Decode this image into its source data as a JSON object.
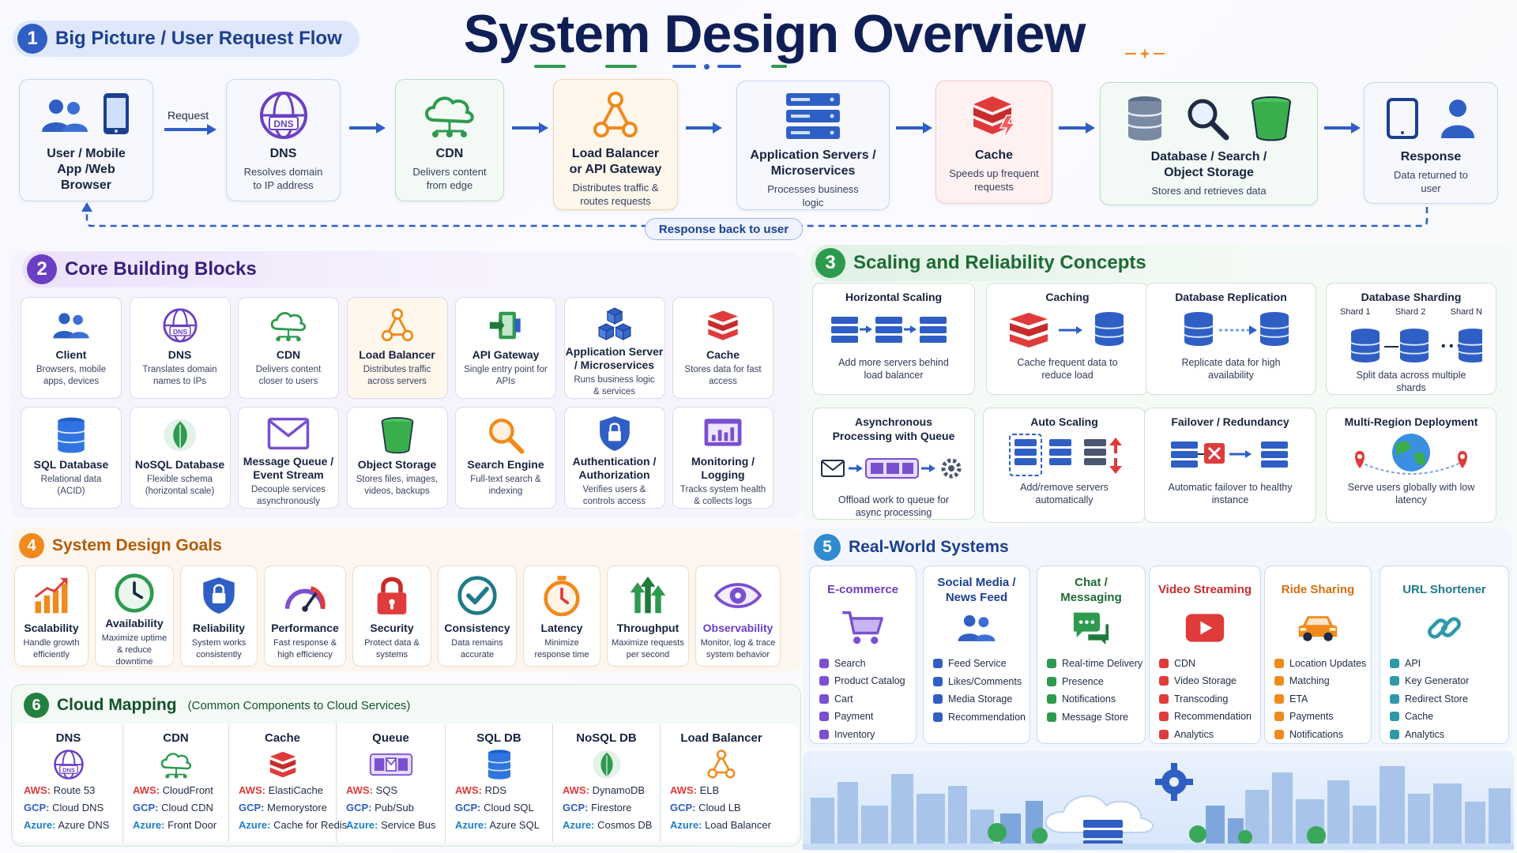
{
  "title": "System Design Overview",
  "sections": {
    "s1": {
      "num": "1",
      "label": "Big Picture / User Request Flow"
    },
    "s2": {
      "num": "2",
      "label": "Core Building Blocks"
    },
    "s3": {
      "num": "3",
      "label": "Scaling and Reliability Concepts"
    },
    "s4": {
      "num": "4",
      "label": "System Design Goals"
    },
    "s5": {
      "num": "5",
      "label": "Real-World Systems"
    },
    "s6": {
      "num": "6",
      "label": "Cloud Mapping",
      "sub": "(Common Components to Cloud Services)"
    }
  },
  "colors": {
    "blue": "#2f5fc4",
    "purple": "#6b3fc4",
    "green": "#2e9a4e",
    "orange": "#f08a1c",
    "red": "#e03b3b",
    "navy": "#0f1f55"
  },
  "flow": {
    "request_label": "Request",
    "response_label": "Response back to user",
    "items": [
      {
        "title": "User / Mobile App /Web Browser",
        "desc": ""
      },
      {
        "title": "DNS",
        "desc": "Resolves domain to IP address"
      },
      {
        "title": "CDN",
        "desc": "Delivers content from edge"
      },
      {
        "title": "Load Balancer or API Gateway",
        "desc": "Distributes traffic & routes requests"
      },
      {
        "title": "Application Servers / Microservices",
        "desc": "Processes business logic"
      },
      {
        "title": "Cache",
        "desc": "Speeds up frequent requests"
      },
      {
        "title": "Database / Search / Object Storage",
        "desc": "Stores and retrieves data"
      },
      {
        "title": "Response",
        "desc": "Data returned to user"
      }
    ]
  },
  "core": [
    {
      "title": "Client",
      "desc": "Browsers, mobile apps, devices"
    },
    {
      "title": "DNS",
      "desc": "Translates domain names to IPs"
    },
    {
      "title": "CDN",
      "desc": "Delivers content closer to users"
    },
    {
      "title": "Load Balancer",
      "desc": "Distributes traffic across servers"
    },
    {
      "title": "API Gateway",
      "desc": "Single entry point for APIs"
    },
    {
      "title": "Application Server / Microservices",
      "desc": "Runs business logic & services"
    },
    {
      "title": "Cache",
      "desc": "Stores data for fast access"
    },
    {
      "title": "SQL Database",
      "desc": "Relational data (ACID)"
    },
    {
      "title": "NoSQL Database",
      "desc": "Flexible schema (horizontal scale)"
    },
    {
      "title": "Message Queue / Event Stream",
      "desc": "Decouple services asynchronously"
    },
    {
      "title": "Object Storage",
      "desc": "Stores files, images, videos, backups"
    },
    {
      "title": "Search Engine",
      "desc": "Full-text search & indexing"
    },
    {
      "title": "Authentication / Authorization",
      "desc": "Verifies users & controls access"
    },
    {
      "title": "Monitoring / Logging",
      "desc": "Tracks system health & collects logs"
    }
  ],
  "scaling": [
    {
      "title": "Horizontal Scaling",
      "desc": "Add more servers behind load balancer"
    },
    {
      "title": "Caching",
      "desc": "Cache frequent data to reduce load"
    },
    {
      "title": "Database Replication",
      "desc": "Replicate data for high availability"
    },
    {
      "title": "Database Sharding",
      "desc": "Split data across multiple shards",
      "shards": [
        "Shard 1",
        "Shard 2",
        "Shard N"
      ]
    },
    {
      "title": "Asynchronous Processing with Queue",
      "desc": "Offload work to queue for async processing"
    },
    {
      "title": "Auto Scaling",
      "desc": "Add/remove servers automatically"
    },
    {
      "title": "Failover / Redundancy",
      "desc": "Automatic failover to healthy instance"
    },
    {
      "title": "Multi-Region Deployment",
      "desc": "Serve users globally with low latency"
    }
  ],
  "goals": [
    {
      "title": "Scalability",
      "desc": "Handle growth efficiently"
    },
    {
      "title": "Availability",
      "desc": "Maximize uptime & reduce downtime"
    },
    {
      "title": "Reliability",
      "desc": "System works consistently"
    },
    {
      "title": "Performance",
      "desc": "Fast response & high efficiency"
    },
    {
      "title": "Security",
      "desc": "Protect data & systems"
    },
    {
      "title": "Consistency",
      "desc": "Data remains accurate"
    },
    {
      "title": "Latency",
      "desc": "Minimize response time"
    },
    {
      "title": "Throughput",
      "desc": "Maximize requests per second"
    },
    {
      "title": "Observability",
      "desc": "Monitor, log & trace system behavior"
    }
  ],
  "realworld": [
    {
      "title": "E-commerce",
      "items": [
        "Search",
        "Product Catalog",
        "Cart",
        "Payment",
        "Inventory"
      ]
    },
    {
      "title": "Social Media / News Feed",
      "items": [
        "Feed Service",
        "Likes/Comments",
        "Media Storage",
        "Recommendation"
      ]
    },
    {
      "title": "Chat / Messaging",
      "items": [
        "Real-time Delivery",
        "Presence",
        "Notifications",
        "Message Store"
      ]
    },
    {
      "title": "Video Streaming",
      "items": [
        "CDN",
        "Video Storage",
        "Transcoding",
        "Recommendation",
        "Analytics"
      ]
    },
    {
      "title": "Ride Sharing",
      "items": [
        "Location Updates",
        "Matching",
        "ETA",
        "Payments",
        "Notifications"
      ]
    },
    {
      "title": "URL Shortener",
      "items": [
        "API",
        "Key Generator",
        "Redirect Store",
        "Cache",
        "Analytics"
      ]
    }
  ],
  "cloud": [
    {
      "title": "DNS",
      "aws": "Route 53",
      "gcp": "Cloud DNS",
      "azure": "Azure DNS"
    },
    {
      "title": "CDN",
      "aws": "CloudFront",
      "gcp": "Cloud CDN",
      "azure": "Front Door"
    },
    {
      "title": "Cache",
      "aws": "ElastiCache",
      "gcp": "Memorystore",
      "azure": "Cache for Redis"
    },
    {
      "title": "Queue",
      "aws": "SQS",
      "gcp": "Pub/Sub",
      "azure": "Service Bus"
    },
    {
      "title": "SQL DB",
      "aws": "RDS",
      "gcp": "Cloud SQL",
      "azure": "Azure SQL"
    },
    {
      "title": "NoSQL DB",
      "aws": "DynamoDB",
      "gcp": "Firestore",
      "azure": "Cosmos DB"
    },
    {
      "title": "Load Balancer",
      "aws": "ELB",
      "gcp": "Cloud LB",
      "azure": "Load Balancer"
    }
  ],
  "cloud_labels": {
    "aws": "AWS:",
    "gcp": "GCP:",
    "azure": "Azure:"
  }
}
